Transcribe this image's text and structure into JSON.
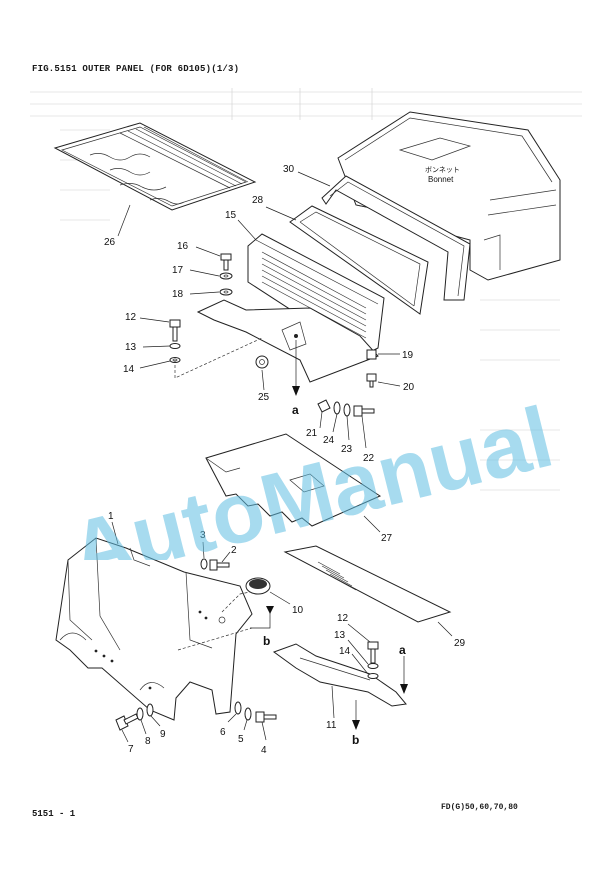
{
  "header": {
    "figure_title": "FIG.5151  OUTER PANEL (FOR 6D105)(1/3)"
  },
  "footer": {
    "page_number": "5151 - 1",
    "model_code": "FD(G)50,60,70,80"
  },
  "watermark": {
    "text": "AutoManual"
  },
  "bonnet_label": {
    "japanese": "ボンネット",
    "english": "Bonnet"
  },
  "callouts": {
    "c1": "1",
    "c2": "2",
    "c3": "3",
    "c4": "4",
    "c5": "5",
    "c6": "6",
    "c7": "7",
    "c8": "8",
    "c9": "9",
    "c10": "10",
    "c11": "11",
    "c12a": "12",
    "c12b": "12",
    "c13a": "13",
    "c13b": "13",
    "c14a": "14",
    "c14b": "14",
    "c15": "15",
    "c16": "16",
    "c17": "17",
    "c18": "18",
    "c19": "19",
    "c20": "20",
    "c21": "21",
    "c22": "22",
    "c23": "23",
    "c24": "24",
    "c25": "25",
    "c26": "26",
    "c27": "27",
    "c28": "28",
    "c29": "29",
    "c30": "30"
  },
  "reference_letters": {
    "a_top": "a",
    "a_right": "a",
    "b_mid": "b",
    "b_bottom": "b"
  }
}
